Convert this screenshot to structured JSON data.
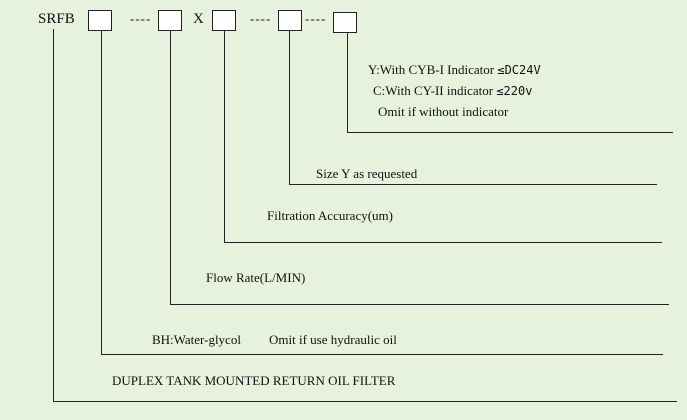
{
  "model_code": {
    "prefix": "SRFB",
    "dash_1": "----",
    "times_sign": "X",
    "dash_2": "----",
    "dash_3": "----"
  },
  "options": {
    "indicator": {
      "line_y": "Y:With CYB-I Indicator",
      "line_y_rating": "≤DC24V",
      "line_c": "C:With CY-II indicator",
      "line_c_rating": "≤220v",
      "line_omit": "Omit if without indicator"
    },
    "size": "Size Y as requested",
    "filtration": "Filtration Accuracy(um)",
    "flow_rate": "Flow Rate(L/MIN)",
    "medium": {
      "bh": "BH:Water-glycol",
      "omit": "Omit if use hydraulic oil"
    },
    "product_name": "DUPLEX TANK MOUNTED RETURN OIL FILTER"
  }
}
